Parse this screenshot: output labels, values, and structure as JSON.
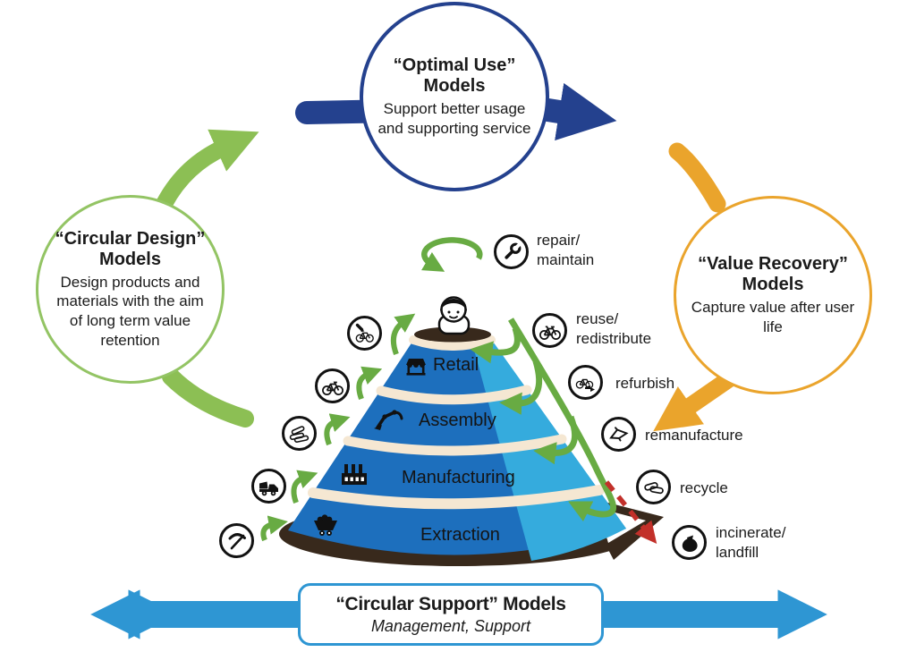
{
  "colors": {
    "navy": "#24418e",
    "circle_green": "#93c464",
    "arrow_green_big": "#8cbf54",
    "arrow_green_small": "#68ab43",
    "orange": "#eaa42c",
    "banner_blue": "#2e96d3",
    "cone_dark_blue": "#1d6fbd",
    "cone_light_blue": "#35abdd",
    "band_cream": "#f5e7d2",
    "base_brown": "#38291c",
    "leak_red": "#c2302a"
  },
  "circles": {
    "optimal_use": {
      "title": "“Optimal Use” Models",
      "desc": "Support better usage and supporting service"
    },
    "circular_design": {
      "title": "“Circular Design” Models",
      "desc": "Design products and materials with the aim of long term value retention"
    },
    "value_recovery": {
      "title": "“Value Recovery” Models",
      "desc": "Capture value after user life"
    }
  },
  "banner": {
    "title": "“Circular Support” Models",
    "subtitle": "Management, Support"
  },
  "pyramid": {
    "layers": [
      {
        "label": "Retail",
        "icon": "storefront-icon"
      },
      {
        "label": "Assembly",
        "icon": "robot-arm-icon"
      },
      {
        "label": "Manufacturing",
        "icon": "factory-icon"
      },
      {
        "label": "Extraction",
        "icon": "mine-cart-icon"
      }
    ],
    "top_figure": "user-person-icon"
  },
  "lifecycle": [
    {
      "label": "repair/\nmaintain",
      "icon": "wrench-icon"
    },
    {
      "label": "reuse/\nredistribute",
      "icon": "bicycle-icon"
    },
    {
      "label": "refurbish",
      "icon": "bicycle-refurbish-icon"
    },
    {
      "label": "remanufacture",
      "icon": "bike-frame-icon"
    },
    {
      "label": "recycle",
      "icon": "crushed-tubes-icon"
    },
    {
      "label": "incinerate/\nlandfill",
      "icon": "trash-bag-icon"
    }
  ],
  "supply_icons": [
    {
      "icon": "bike-service-icon"
    },
    {
      "icon": "bicycle-icon"
    },
    {
      "icon": "bike-parts-icon"
    },
    {
      "icon": "dump-truck-icon"
    },
    {
      "icon": "pickaxe-icon"
    }
  ]
}
